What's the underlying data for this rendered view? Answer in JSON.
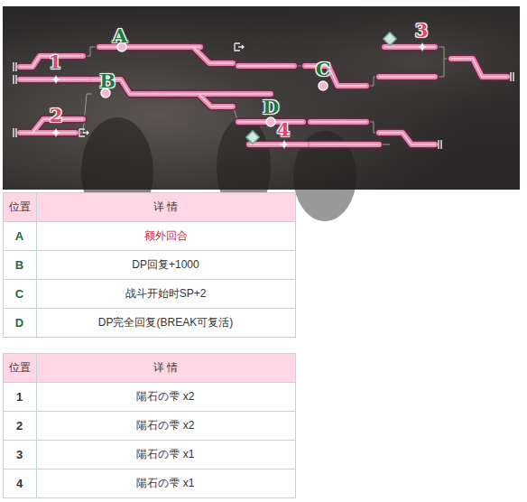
{
  "diagram": {
    "labels": [
      "A",
      "B",
      "C",
      "D",
      "1",
      "2",
      "3",
      "4",
      "位置",
      "详 情",
      "A",
      "额外回合",
      "B",
      "DP回复+1000",
      "C",
      "战斗开始时SP+2",
      "D",
      "DP完全回复(BREAK可复活)",
      "位置",
      "详 情",
      "1",
      "陽石の雫 x2",
      "2",
      "陽石の雫 x2",
      "3",
      "陽石の雫 x1",
      "4",
      "陽石の雫 x1"
    ]
  }
}
